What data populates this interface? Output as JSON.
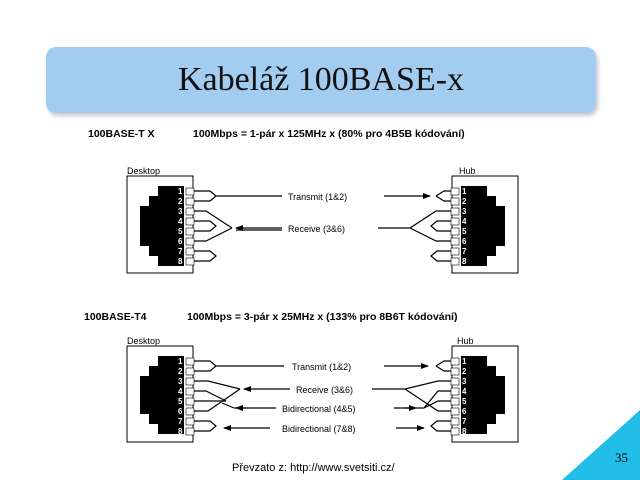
{
  "slide": {
    "title": "Kabeláž 100BASE-x",
    "page_number": "35",
    "source": "Převzato z: http://www.svetsiti.cz/"
  },
  "diagram_tx": {
    "heading_name": "100BASE-T X",
    "heading_desc": "100Mbps = 1-pár x 125MHz x (80% pro 4B5B kódování)",
    "left_label": "Desktop",
    "right_label": "Hub",
    "pins": [
      "1",
      "2",
      "3",
      "4",
      "5",
      "6",
      "7",
      "8"
    ],
    "signals": [
      "Transmit (1&2)",
      "Receive (3&6)"
    ]
  },
  "diagram_t4": {
    "heading_name": "100BASE-T4",
    "heading_desc": "100Mbps = 3-pár x 25MHz x (133% pro 8B6T kódování)",
    "left_label": "Desktop",
    "right_label": "Hub",
    "pins": [
      "1",
      "2",
      "3",
      "4",
      "5",
      "6",
      "7",
      "8"
    ],
    "signals": [
      "Transmit (1&2)",
      "Receive (3&6)",
      "Bidirectional (4&5)",
      "Bidirectional (7&8)"
    ]
  },
  "colors": {
    "title_bg": "#a3cdf0",
    "corner": "#22bde6"
  }
}
